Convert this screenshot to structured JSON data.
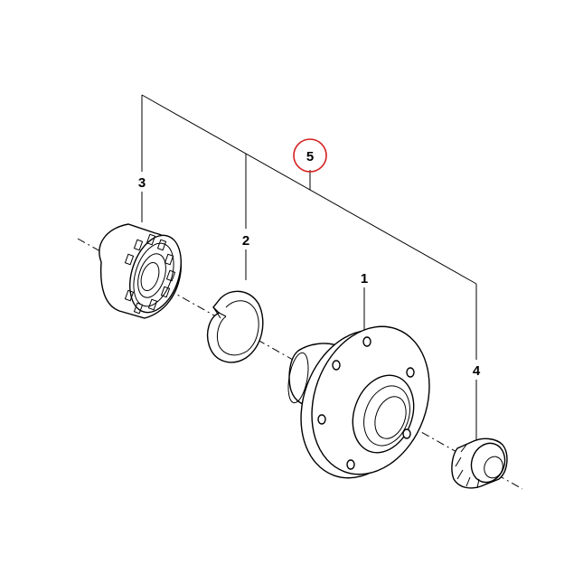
{
  "diagram": {
    "callouts": {
      "hub": "1",
      "circlip": "2",
      "bearing": "3",
      "nut": "4",
      "kit": "5"
    },
    "colors": {
      "line": "#000000",
      "highlight": "#d42020",
      "background": "#ffffff"
    }
  }
}
